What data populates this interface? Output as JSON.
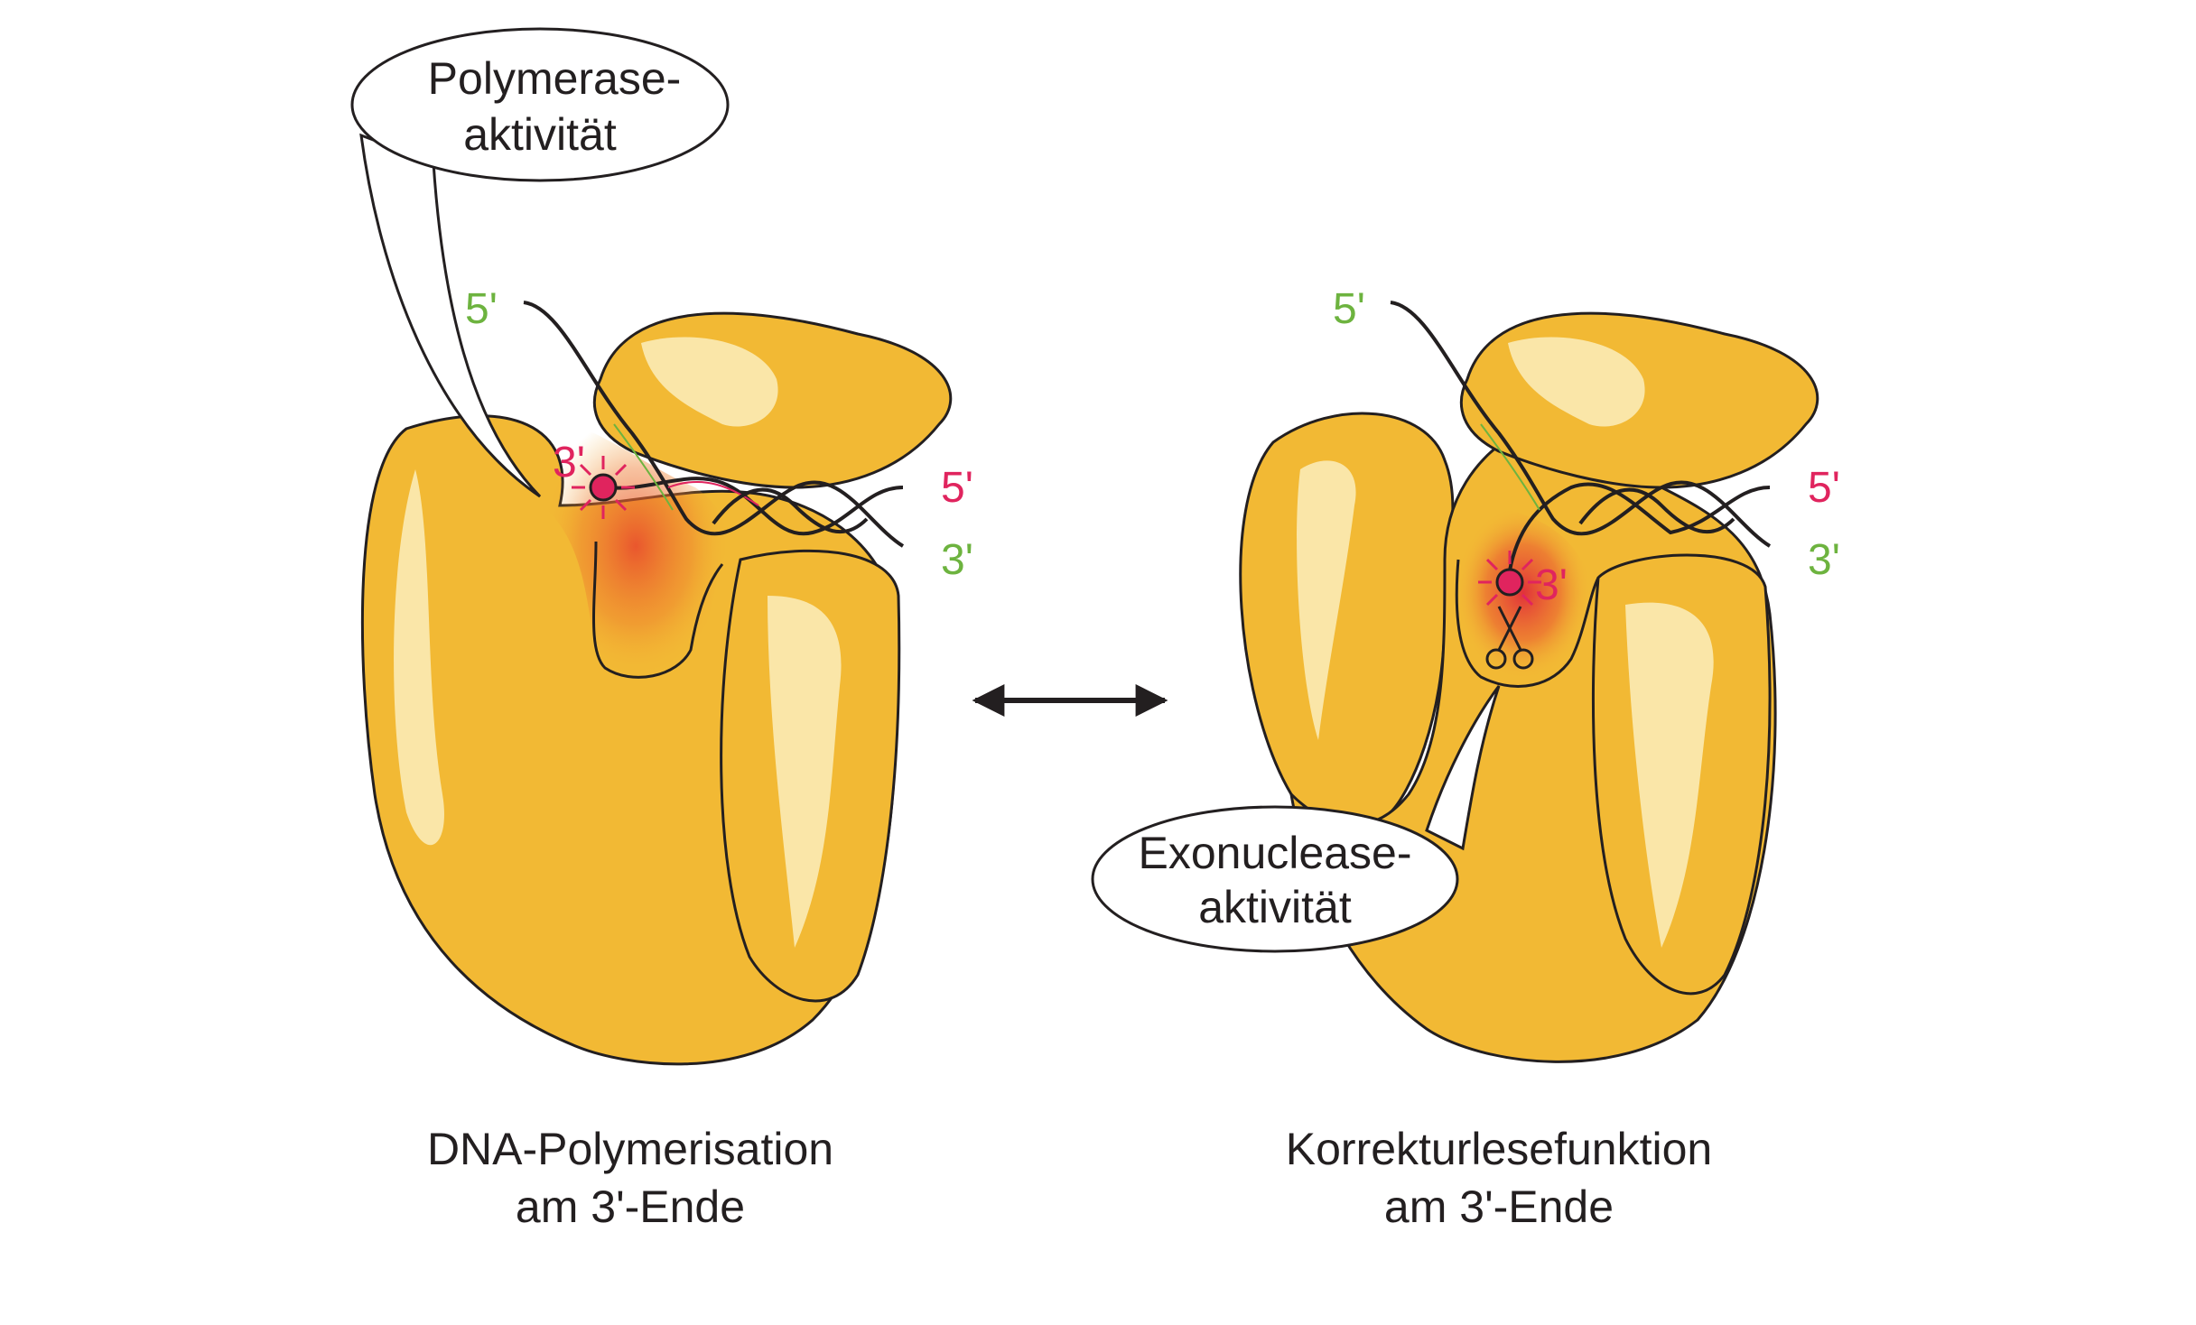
{
  "colors": {
    "protein": "#f2b934",
    "protein_highlight": "#fae6a8",
    "active_site": "#e8452c",
    "template_strand": "#6db33f",
    "new_strand": "#e0245e",
    "outline": "#231f20"
  },
  "left_panel": {
    "bubble": {
      "line1": "Polymerase-",
      "line2": "aktivität"
    },
    "labels": {
      "top_5": "5'",
      "right_5": "5'",
      "right_3": "3'",
      "site_3": "3'"
    },
    "caption": {
      "line1": "DNA-Polymerisation",
      "line2": "am 3'-Ende"
    }
  },
  "right_panel": {
    "bubble": {
      "line1": "Exonuclease-",
      "line2": "aktivität"
    },
    "labels": {
      "top_5": "5'",
      "right_5": "5'",
      "right_3": "3'",
      "site_3": "3'"
    },
    "caption": {
      "line1": "Korrekturlesefunktion",
      "line2": "am 3'-Ende"
    },
    "icons": [
      "scissors-icon"
    ]
  },
  "center": {
    "icons": [
      "double-arrow-icon"
    ]
  }
}
